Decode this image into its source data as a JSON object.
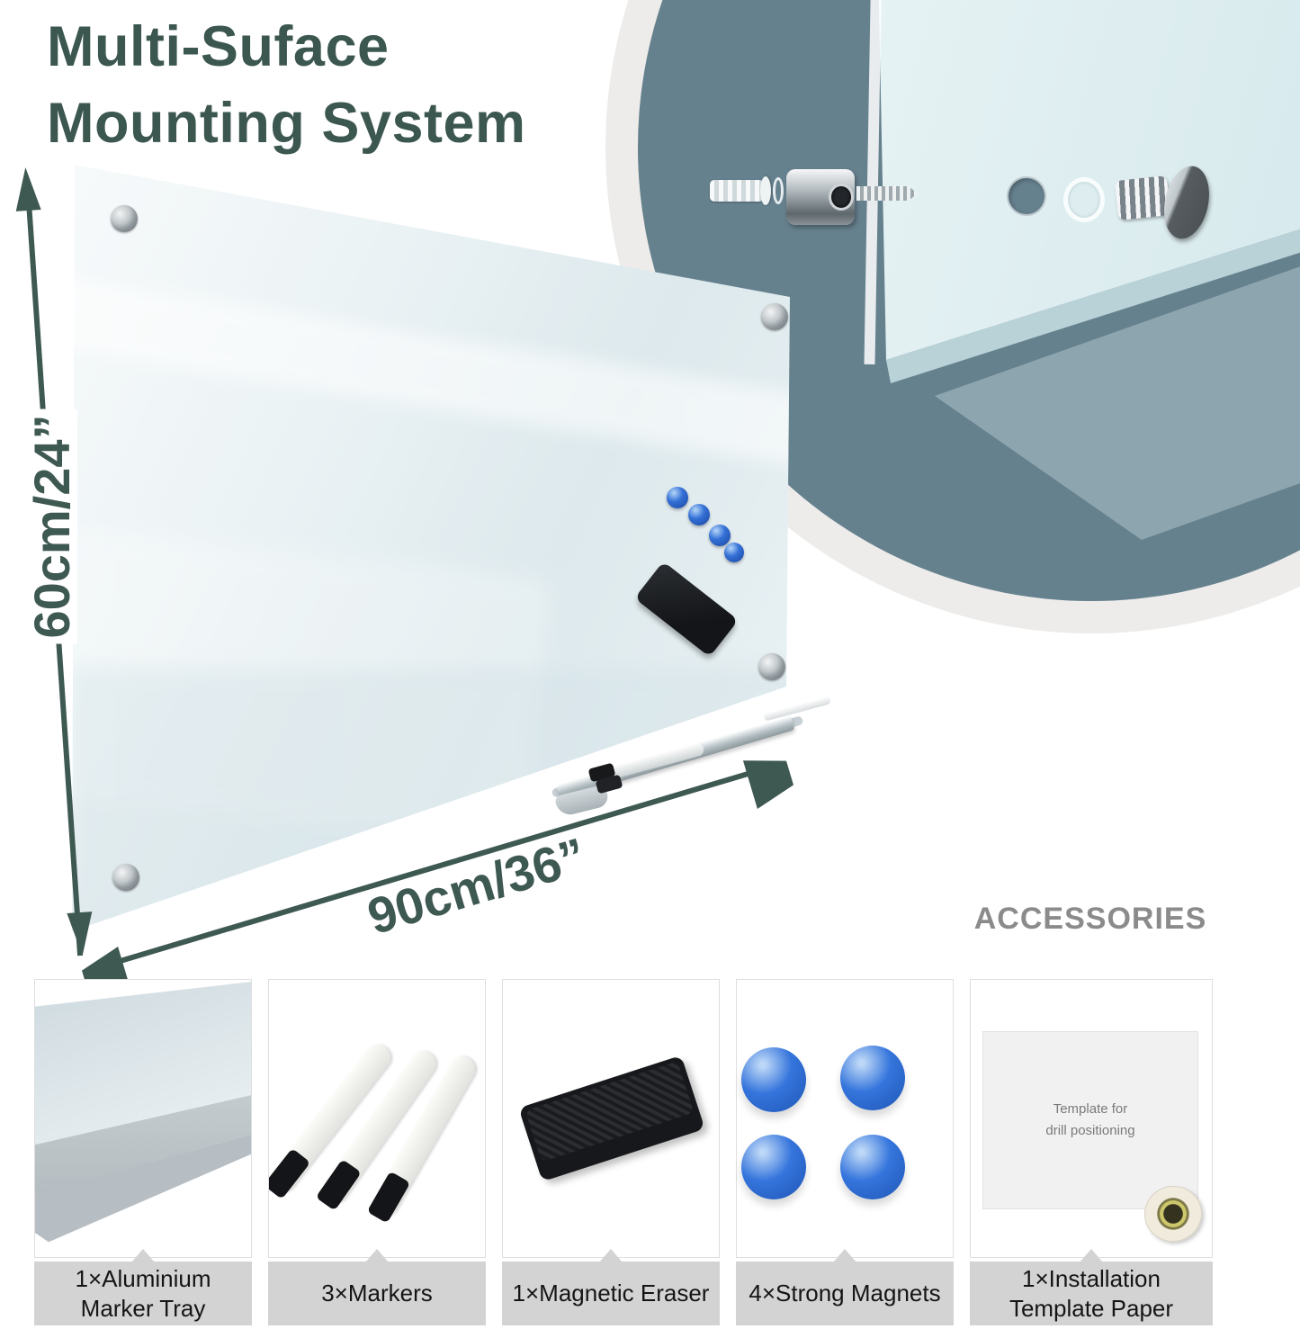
{
  "title": {
    "line1": "Multi-Suface",
    "line2": "Mounting System"
  },
  "dimension_labels": {
    "height": "60cm/24”",
    "width": "90cm/36”"
  },
  "accessories": {
    "heading": "ACCESSORIES",
    "items": [
      {
        "label_line1": "1×Aluminium",
        "label_line2": "Marker Tray"
      },
      {
        "label_line1": "3×Markers",
        "label_line2": ""
      },
      {
        "label_line1": "1×Magnetic Eraser",
        "label_line2": ""
      },
      {
        "label_line1": "4×Strong Magnets",
        "label_line2": ""
      },
      {
        "label_line1": "1×Installation",
        "label_line2": "Template Paper"
      }
    ]
  },
  "template_paper": {
    "line1": "Template for",
    "line2": "drill positioning"
  },
  "board": {
    "magnet_count": 4,
    "corner_screw_count": 4
  },
  "colors": {
    "accent_dark_teal": "#3E5852",
    "title_teal": "#3C5750",
    "inset_slate": "#66818E",
    "inset_ring": "#EDECEA",
    "magnet_blue": "#2F6FD8",
    "label_gray": "#D3D3D3",
    "heading_gray": "#8B8B8B"
  }
}
